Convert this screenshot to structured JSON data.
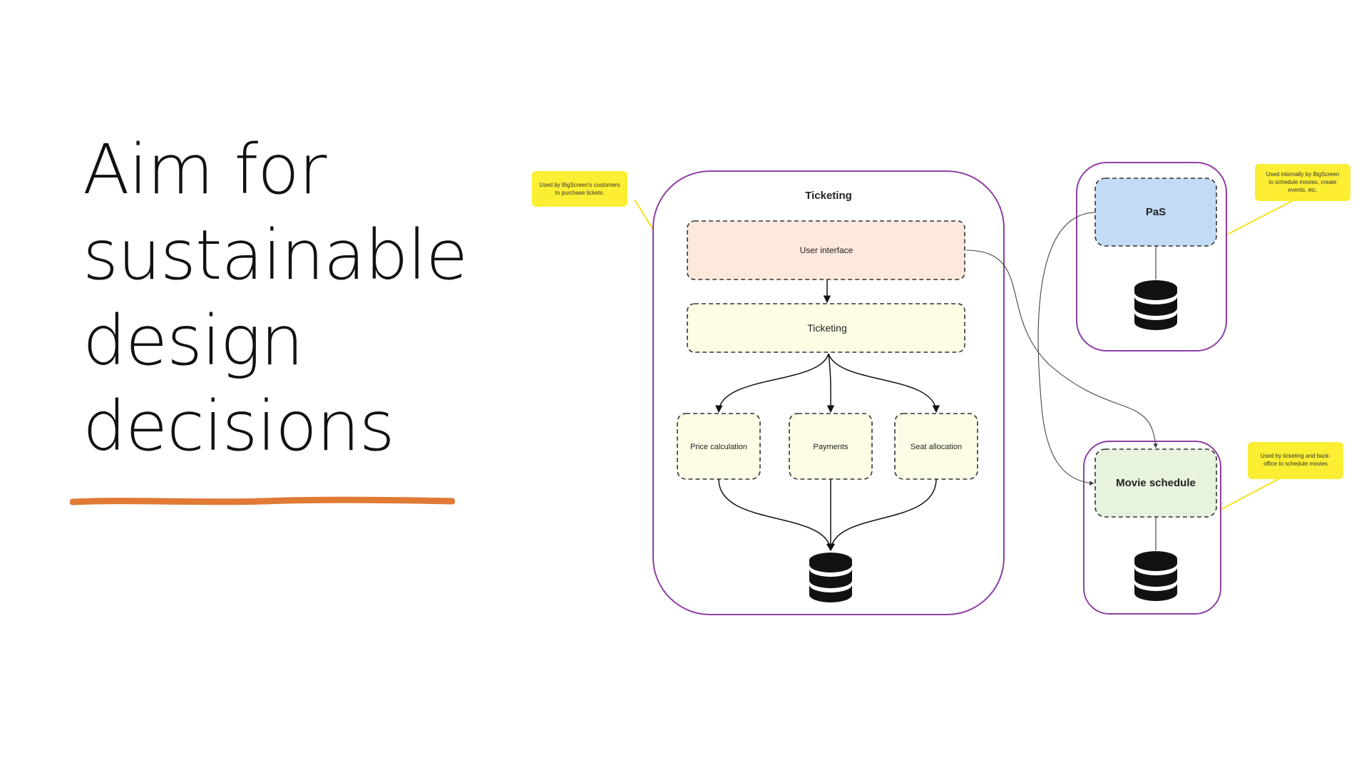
{
  "slide": {
    "title_lines": [
      "Aim for",
      "sustainable",
      "design",
      "decisions"
    ]
  },
  "colors": {
    "boundary": "#8e3ea3",
    "user_interface_fill": "#fde8dc",
    "component_fill": "#fdfde6",
    "pas_fill": "#c3dcf5",
    "movie_schedule_fill": "#e7f3dd",
    "sticky_note": "#fbee33",
    "accent_underline": "#e07a36"
  },
  "diagram": {
    "ticketing_system": {
      "title": "Ticketing",
      "user_interface": "User interface",
      "ticketing": "Ticketing",
      "price_calculation": "Price calculation",
      "payments": "Payments",
      "seat_allocation": "Seat allocation",
      "database_icon": "database-icon"
    },
    "pas_system": {
      "title": "PaS",
      "database_icon": "database-icon"
    },
    "movie_schedule_system": {
      "title": "Movie schedule",
      "database_icon": "database-icon"
    },
    "notes": {
      "ticketing_note": [
        "Used by BigScreen's customers",
        "to purchase tickets."
      ],
      "pas_note": [
        "Used internally by BigScreen",
        "to schedule movies, create",
        "events, etc."
      ],
      "movie_schedule_note": [
        "Used by ticketing and back-",
        "office to schedule movies"
      ]
    }
  }
}
